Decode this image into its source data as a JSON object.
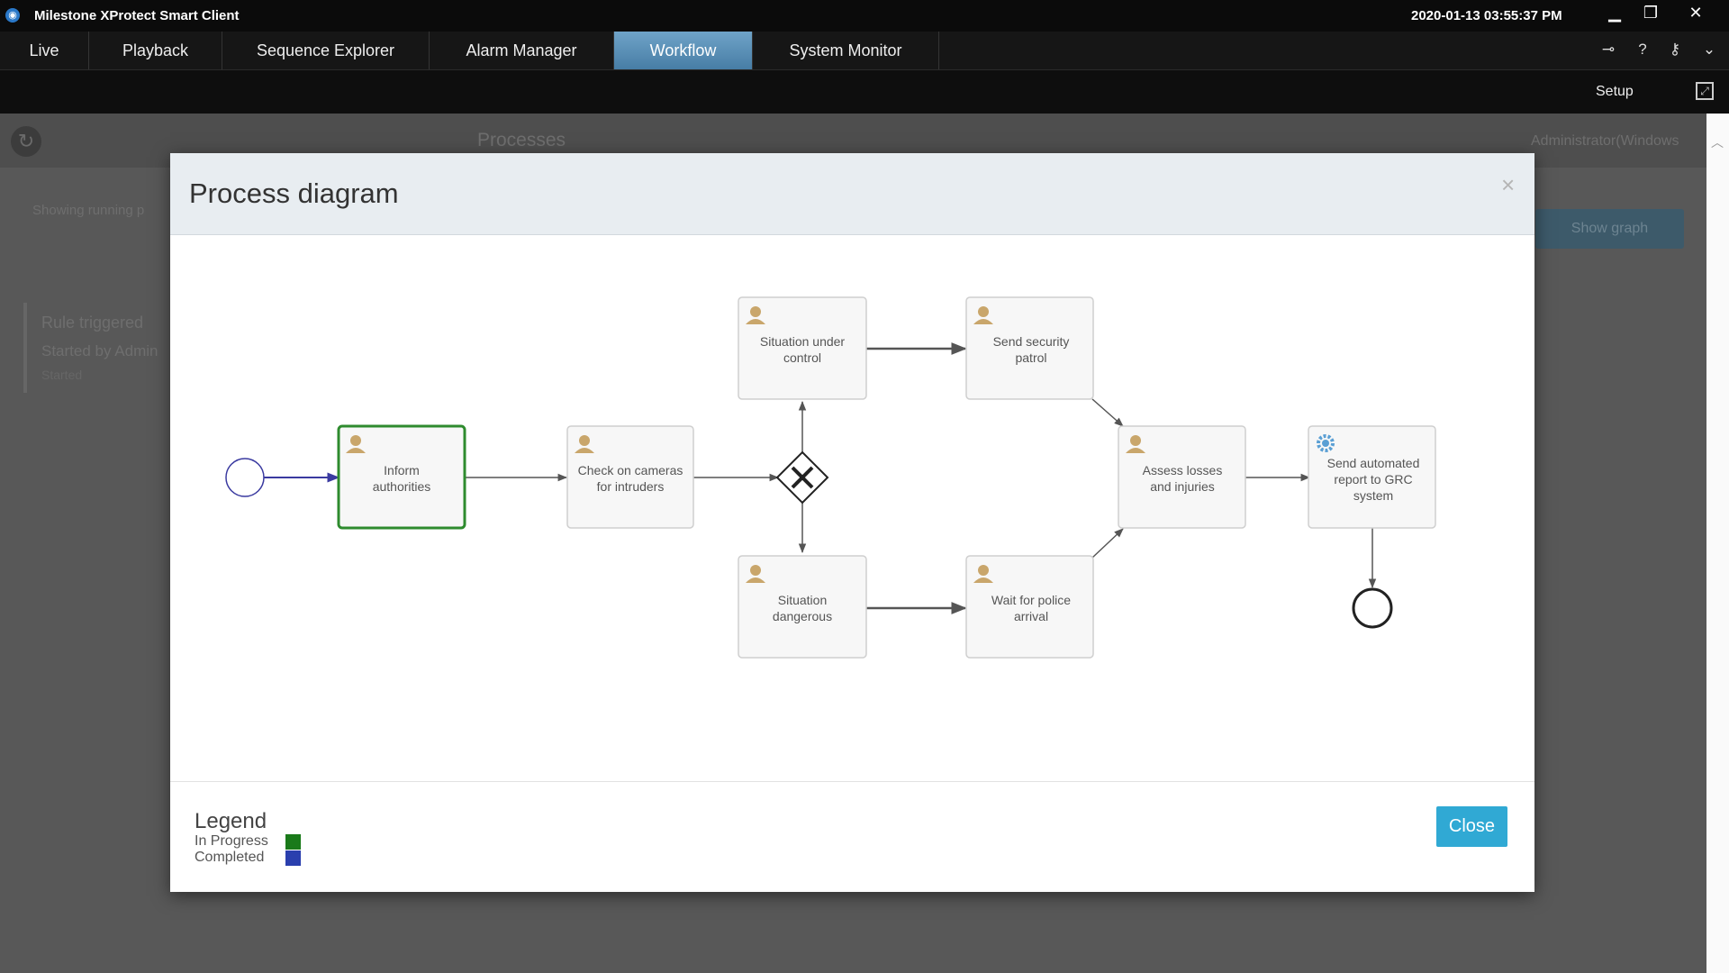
{
  "app": {
    "title": "Milestone XProtect Smart Client",
    "datetime": "2020-01-13 03:55:37 PM",
    "icons": {
      "app": "milestone-logo-icon",
      "minimize": "minimize-icon",
      "maximize": "restore-icon",
      "close": "close-icon"
    }
  },
  "nav": {
    "tabs": [
      {
        "label": "Live"
      },
      {
        "label": "Playback"
      },
      {
        "label": "Sequence Explorer"
      },
      {
        "label": "Alarm Manager"
      },
      {
        "label": "Workflow",
        "active": true
      },
      {
        "label": "System Monitor"
      }
    ],
    "icons": [
      "connection-icon",
      "help-icon",
      "key-icon",
      "chevron-down-icon"
    ]
  },
  "toolbar": {
    "setup_label": "Setup"
  },
  "background": {
    "processes_title": "Processes",
    "user": "Administrator(Windows",
    "showing": "Showing running p",
    "button": "Show graph",
    "item_line1": "Rule triggered",
    "item_line2": "Started by Admin",
    "item_line3": "Started"
  },
  "dialog": {
    "title": "Process diagram",
    "close_label": "Close",
    "legend": {
      "title": "Legend",
      "in_progress_label": "In Progress",
      "completed_label": "Completed",
      "in_progress_color": "#1a7a1a",
      "completed_color": "#2a3fae"
    }
  },
  "diagram": {
    "tasks": {
      "inform": {
        "line1": "Inform",
        "line2": "authorities",
        "status": "in-progress"
      },
      "check": {
        "line1": "Check on cameras",
        "line2": "for intruders"
      },
      "under_control": {
        "line1": "Situation under",
        "line2": "control"
      },
      "dangerous": {
        "line1": "Situation",
        "line2": "dangerous"
      },
      "patrol": {
        "line1": "Send security",
        "line2": "patrol"
      },
      "police": {
        "line1": "Wait for police",
        "line2": "arrival"
      },
      "assess": {
        "line1": "Assess losses",
        "line2": "and injuries"
      },
      "report": {
        "line1": "Send automated",
        "line2": "report to GRC",
        "line3": "system"
      }
    },
    "colors": {
      "user_icon": "#c9a66b",
      "service_icon": "#5a9fd4",
      "in_progress_border": "#2e8b2e",
      "start_event": "#3a3aa0"
    }
  }
}
